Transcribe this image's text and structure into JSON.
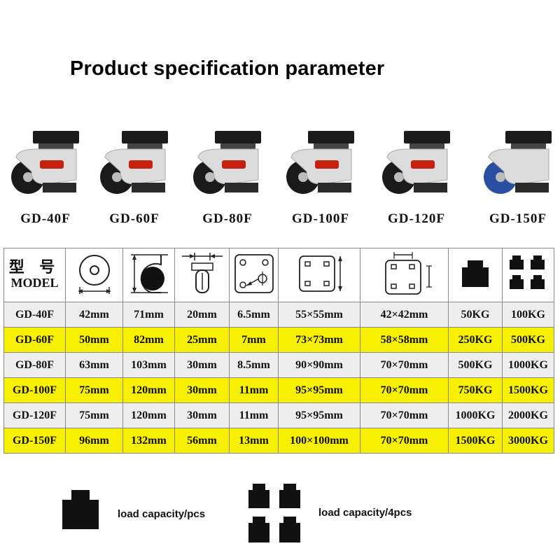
{
  "title": "Product specification parameter",
  "products": [
    {
      "name": "GD-40F",
      "wheel": "black"
    },
    {
      "name": "GD-60F",
      "wheel": "black"
    },
    {
      "name": "GD-80F",
      "wheel": "black"
    },
    {
      "name": "GD-100F",
      "wheel": "black"
    },
    {
      "name": "GD-120F",
      "wheel": "black"
    },
    {
      "name": "GD-150F",
      "wheel": "blue"
    }
  ],
  "table": {
    "header": {
      "model_cn": "型 号",
      "model_en": "MODEL"
    },
    "header_icons": [
      "wheel-diameter-icon",
      "total-height-icon",
      "wheel-width-icon",
      "bolt-hole-diameter-icon",
      "plate-size-icon",
      "hole-spacing-icon",
      "single-load-icon",
      "four-load-icon"
    ],
    "rows": [
      {
        "model": "GD-40F",
        "cells": [
          "42mm",
          "71mm",
          "20mm",
          "6.5mm",
          "55×55mm",
          "42×42mm",
          "50KG",
          "100KG"
        ]
      },
      {
        "model": "GD-60F",
        "cells": [
          "50mm",
          "82mm",
          "25mm",
          "7mm",
          "73×73mm",
          "58×58mm",
          "250KG",
          "500KG"
        ]
      },
      {
        "model": "GD-80F",
        "cells": [
          "63mm",
          "103mm",
          "30mm",
          "8.5mm",
          "90×90mm",
          "70×70mm",
          "500KG",
          "1000KG"
        ]
      },
      {
        "model": "GD-100F",
        "cells": [
          "75mm",
          "120mm",
          "30mm",
          "11mm",
          "95×95mm",
          "70×70mm",
          "750KG",
          "1500KG"
        ]
      },
      {
        "model": "GD-120F",
        "cells": [
          "75mm",
          "120mm",
          "30mm",
          "11mm",
          "95×95mm",
          "70×70mm",
          "1000KG",
          "2000KG"
        ]
      },
      {
        "model": "GD-150F",
        "cells": [
          "96mm",
          "132mm",
          "56mm",
          "13mm",
          "100×100mm",
          "70×70mm",
          "1500KG",
          "3000KG"
        ]
      }
    ],
    "row_colors": {
      "odd": "#eeeeee",
      "even": "#f7f000"
    }
  },
  "legend": {
    "single": {
      "label": "load capacity/pcs",
      "icon": "single-weight-icon"
    },
    "four": {
      "label": "load capacity/4pcs",
      "icon": "four-weights-icon"
    }
  },
  "colors": {
    "wheel_blue": "#2a4fa0",
    "lever_red": "#c8200f",
    "body": "#dcdcdc"
  }
}
